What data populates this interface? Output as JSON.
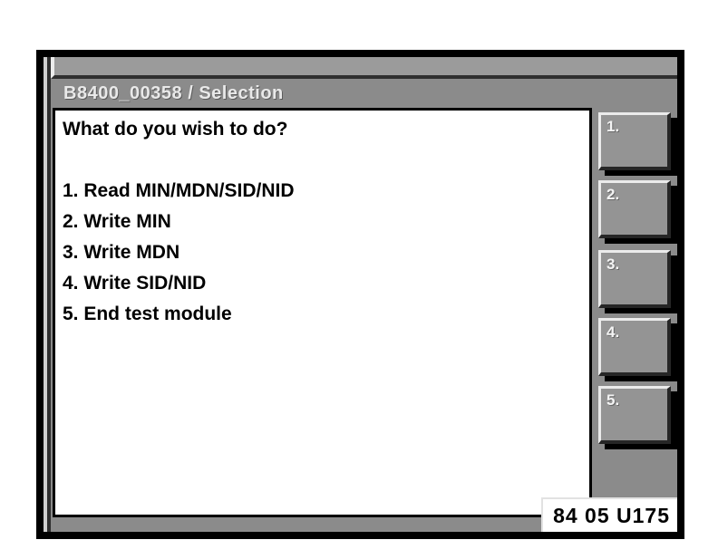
{
  "window": {
    "title": "B8400_00358 / Selection",
    "status_code": "84 05 U175"
  },
  "dialog": {
    "question": "What do you wish to do?",
    "menu_items": [
      "1. Read MIN/MDN/SID/NID",
      "2. Write MIN",
      "3. Write MDN",
      "4. Write SID/NID",
      "5. End test module"
    ]
  },
  "buttons": [
    {
      "label": "1."
    },
    {
      "label": "2."
    },
    {
      "label": "3."
    },
    {
      "label": "4."
    },
    {
      "label": "5."
    }
  ],
  "colors": {
    "panel_gray": "#8b8b8b",
    "top_strip_gray": "#9b9b9b",
    "button_face_gray": "#949494",
    "border_black": "#000000",
    "content_background": "#ffffff",
    "title_text": "#e9e9e9"
  }
}
